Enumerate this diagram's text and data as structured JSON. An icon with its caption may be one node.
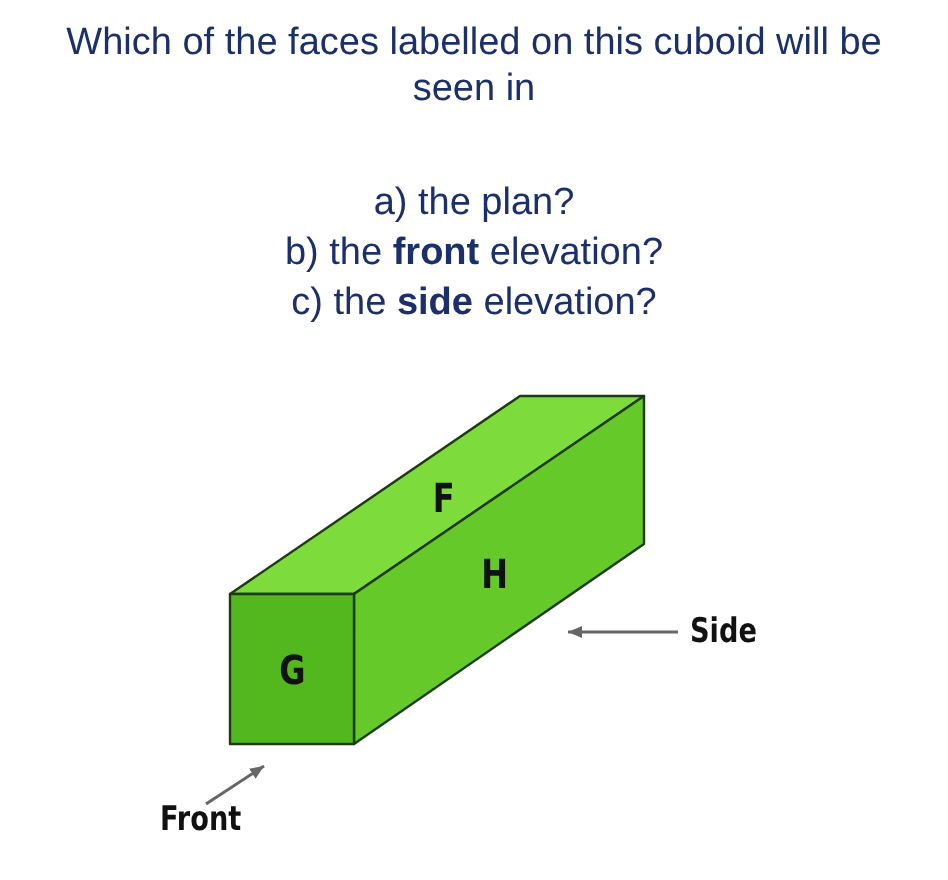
{
  "diagram": {
    "title": "Which of the faces labelled on this cuboid will be seen in",
    "nodes": [
      {
        "text": [
          "F"
        ]
      },
      {
        "text": [
          "H"
        ]
      },
      {
        "text": [
          "G"
        ]
      }
    ],
    "labels": [
      "a) the plan?",
      "b) the **front** elevation?",
      "c) the **side** elevation?",
      "Side",
      "Front"
    ]
  }
}
